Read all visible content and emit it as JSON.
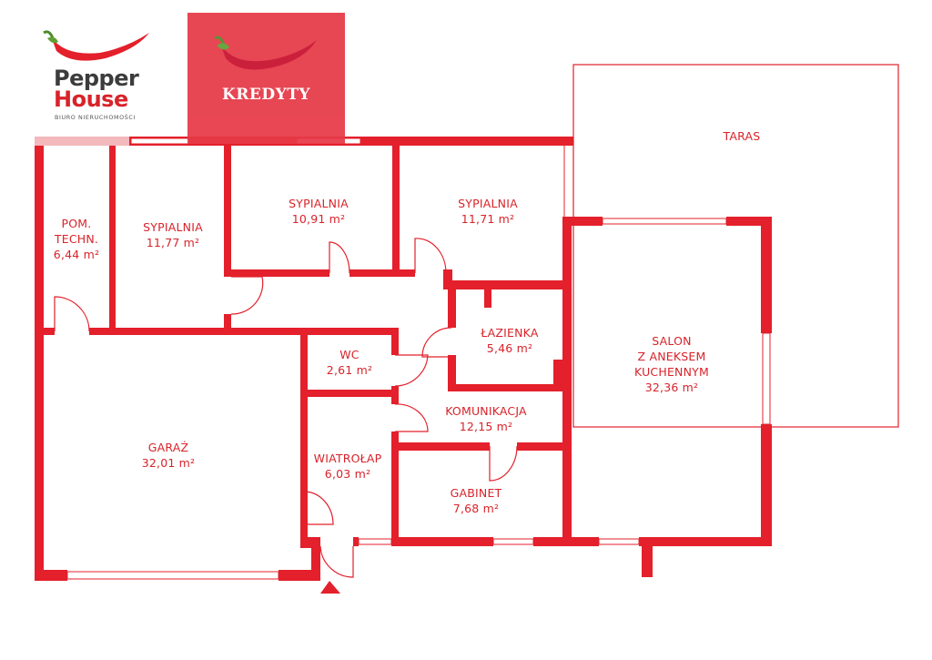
{
  "logo": {
    "line1": "Pepper",
    "line2": "House",
    "subtitle": "BIURO NIERUCHOMOŚCI",
    "icon": "chili-pepper-icon"
  },
  "kredyty": {
    "label": "KREDYTY",
    "icon": "chili-pepper-icon",
    "color": "#e63946"
  },
  "colors": {
    "wall": "#e3202b",
    "line": "#e3202b"
  },
  "rooms": {
    "taras": {
      "name": "TARAS"
    },
    "pom_techn": {
      "name1": "POM.",
      "name2": "TECHN.",
      "area": "6,44 m²"
    },
    "sypialnia1": {
      "name": "SYPIALNIA",
      "area": "11,77 m²"
    },
    "sypialnia2": {
      "name": "SYPIALNIA",
      "area": "10,91 m²"
    },
    "sypialnia3": {
      "name": "SYPIALNIA",
      "area": "11,71 m²"
    },
    "lazienka": {
      "name": "ŁAZIENKA",
      "area": "5,46 m²"
    },
    "wc": {
      "name": "WC",
      "area": "2,61 m²"
    },
    "komunikacja": {
      "name": "KOMUNIKACJA",
      "area": "12,15 m²"
    },
    "salon": {
      "name1": "SALON",
      "name2": "Z ANEKSEM",
      "name3": "KUCHENNYM",
      "area": "32,36 m²"
    },
    "garaz": {
      "name": "GARAŻ",
      "area": "32,01 m²"
    },
    "wiatrolap": {
      "name": "WIATROŁAP",
      "area": "6,03 m²"
    },
    "gabinet": {
      "name": "GABINET",
      "area": "7,68 m²"
    }
  },
  "entrance": {
    "icon": "entrance-arrow-icon"
  }
}
